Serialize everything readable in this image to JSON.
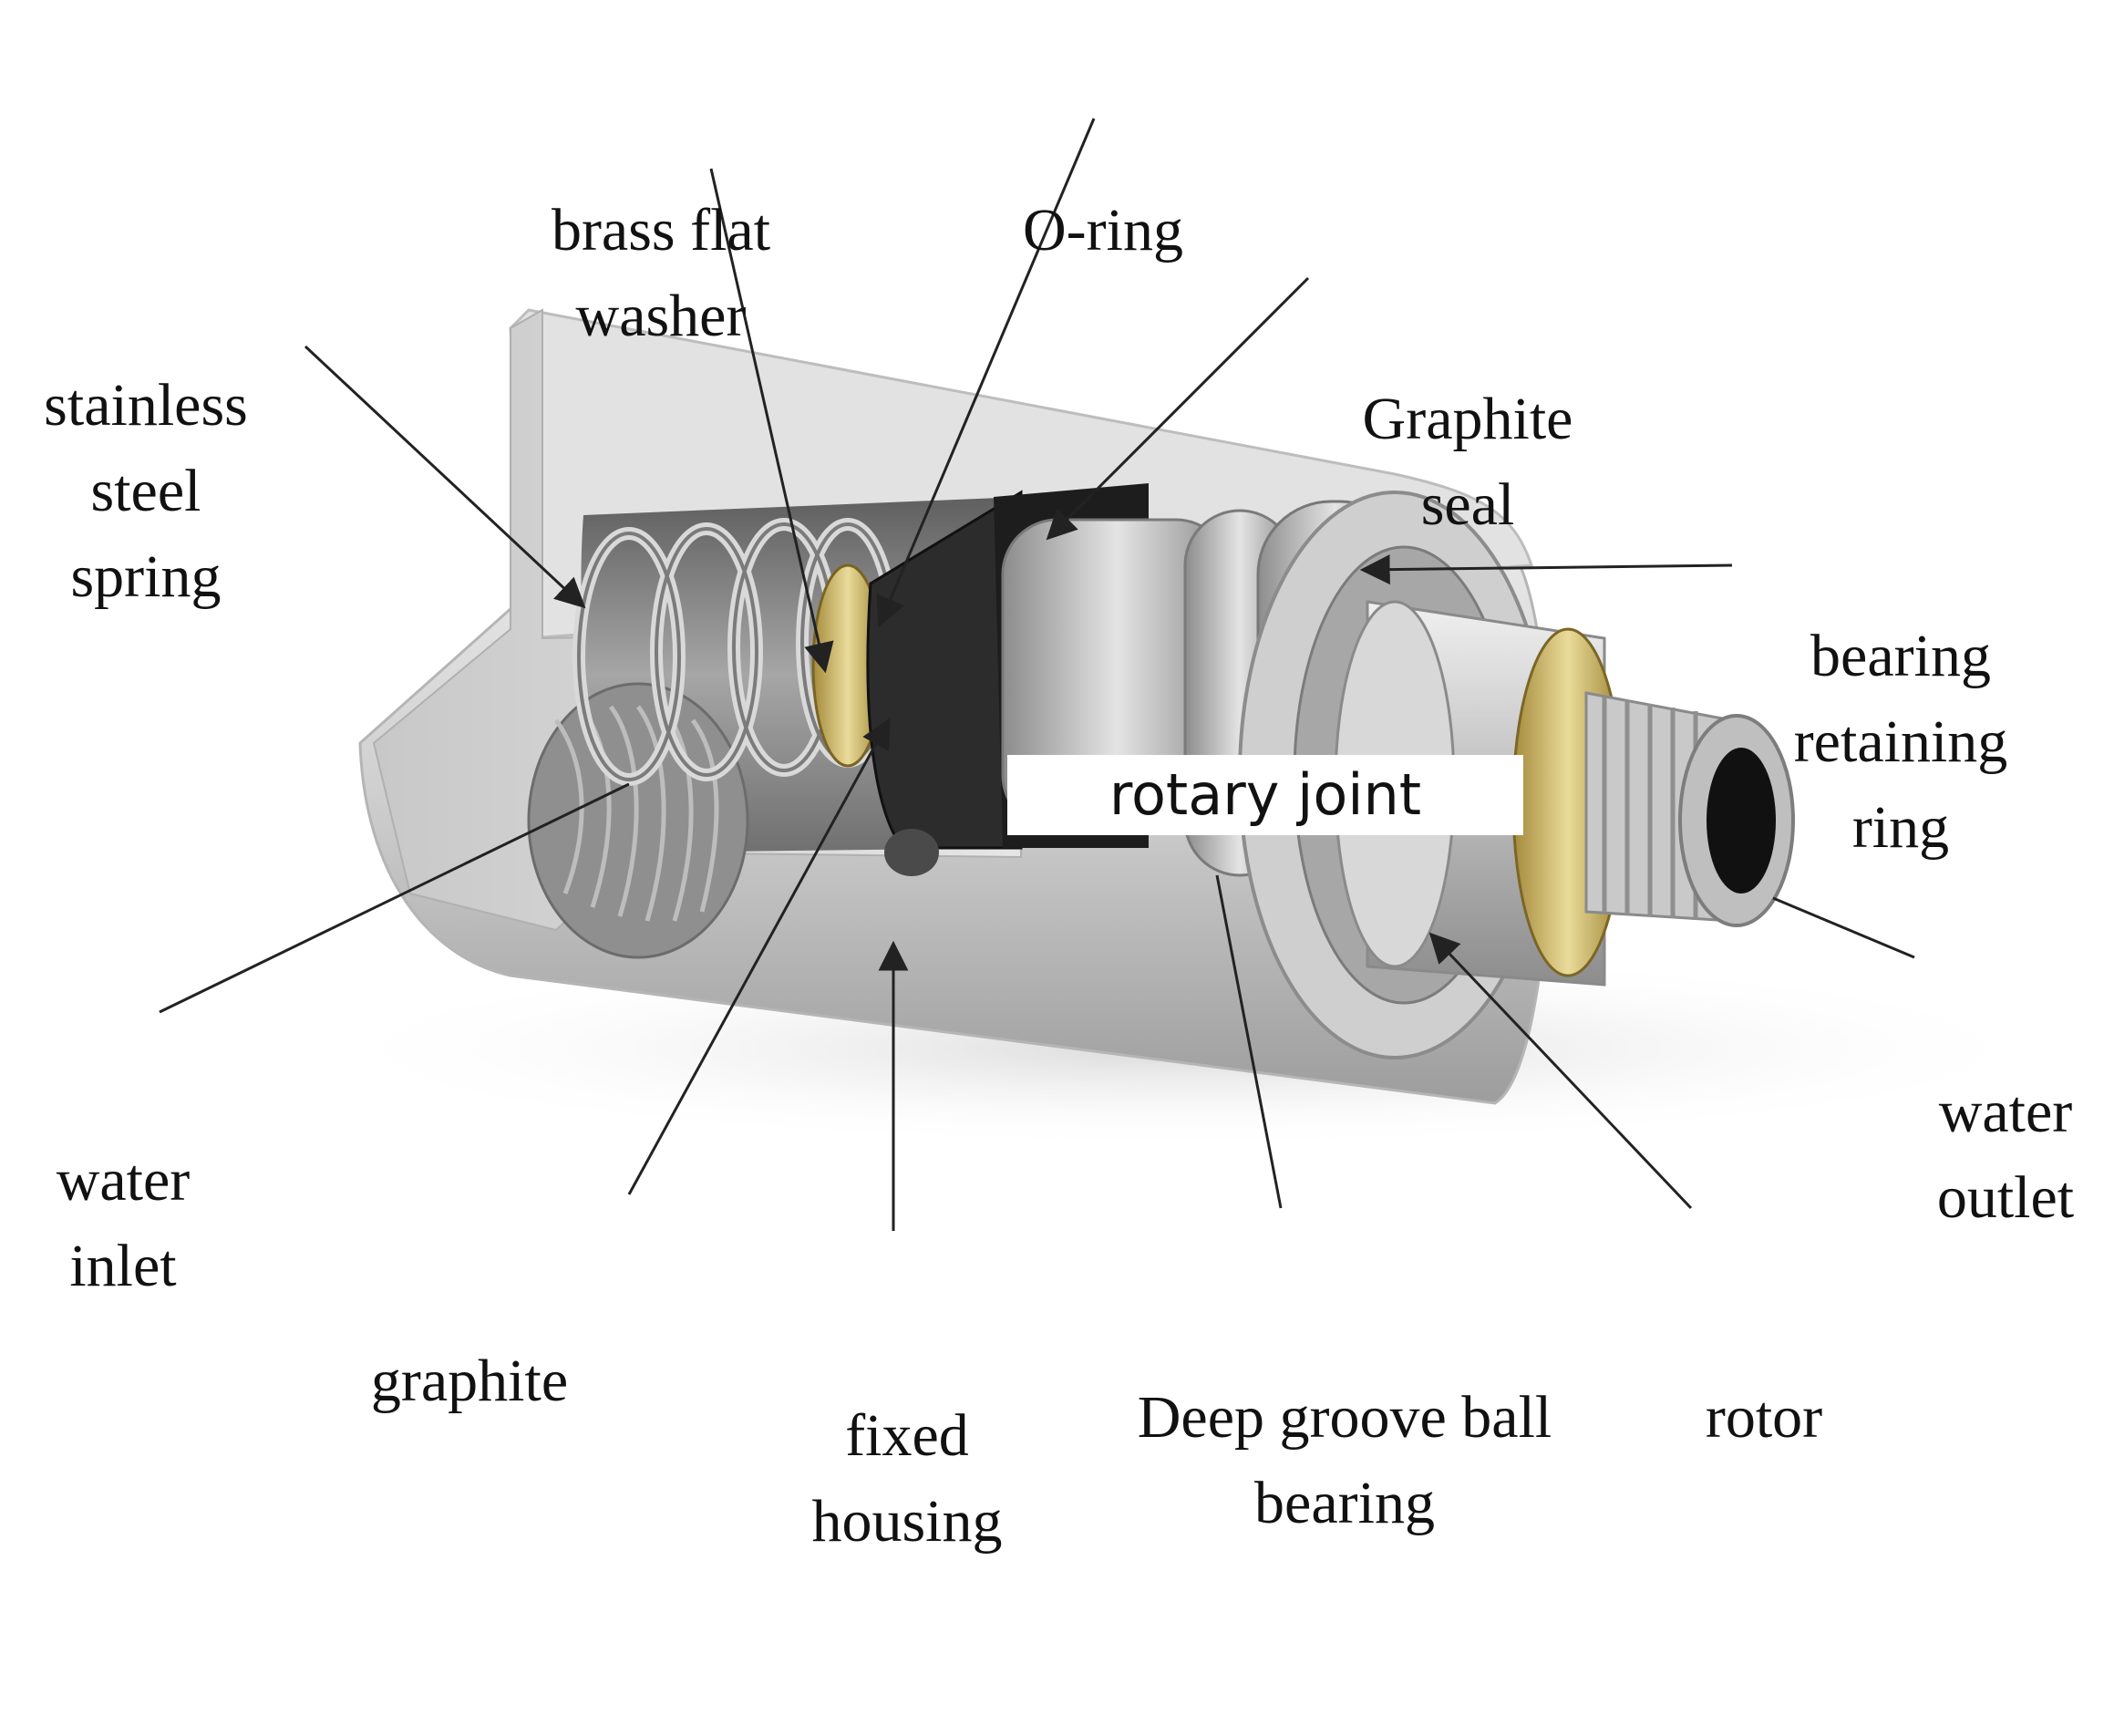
{
  "labels": {
    "brass_washer": [
      "brass flat",
      "washer"
    ],
    "o_ring": "O-ring",
    "spring": [
      "stainless",
      "steel",
      "spring"
    ],
    "graphite_seal": [
      "Graphite",
      "seal"
    ],
    "retaining_ring": [
      "bearing",
      "retaining",
      "ring"
    ],
    "rotary_joint": "rotary joint",
    "water_inlet": [
      "water",
      "inlet"
    ],
    "water_outlet": [
      "water",
      "outlet"
    ],
    "graphite": "graphite",
    "fixed_housing": [
      "fixed",
      "housing"
    ],
    "ball_bearing": [
      "Deep groove ball",
      "bearing"
    ],
    "rotor": "rotor"
  }
}
